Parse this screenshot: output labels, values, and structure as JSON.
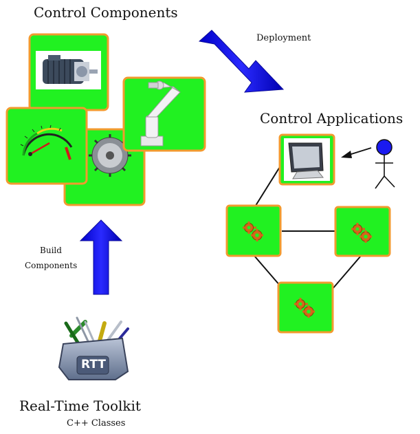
{
  "labels": {
    "control_components": "Control Components",
    "deployment": "Deployment",
    "control_applications": "Control Applications",
    "build_components_line1": "Build",
    "build_components_line2": "Components",
    "real_time_toolkit": "Real-Time Toolkit",
    "cpp_classes": "C++ Classes",
    "rtt_logo": "RTT"
  },
  "colors": {
    "tile_fill": "#21f121",
    "tile_border": "#f29a2e",
    "arrow_blue": "#1a1af0",
    "gear": "#d4661a",
    "line": "#111111"
  },
  "icons": {
    "motor": "motor-icon",
    "robot_arm": "robot-arm-icon",
    "gauge": "gauge-icon",
    "saw_blade": "saw-blade-icon",
    "monitor": "monitor-icon",
    "user": "stick-figure-icon",
    "gears": "gears-icon",
    "toolbox": "toolbox-icon"
  }
}
